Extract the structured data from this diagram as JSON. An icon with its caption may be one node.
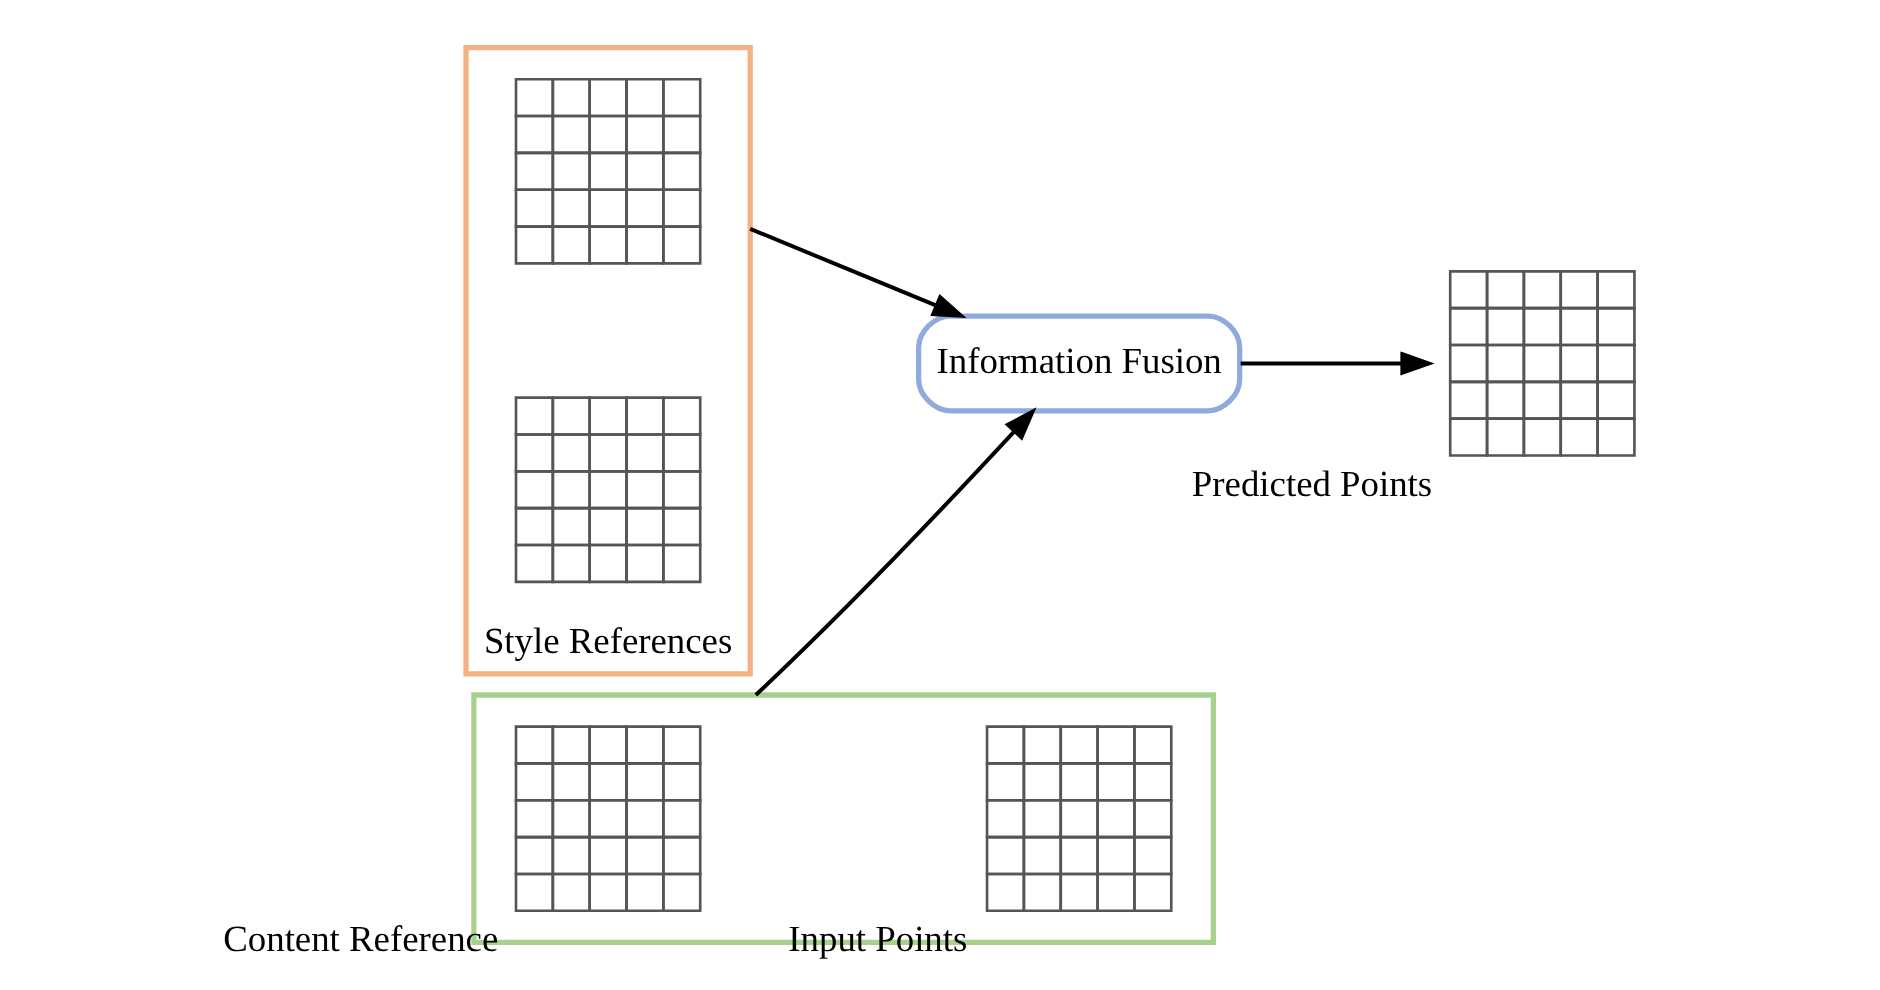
{
  "diagram": {
    "nodes": [
      {
        "text": [],
        "shape": "box",
        "beside": [
          "Style References"
        ]
      },
      {
        "text": [],
        "shape": "picture",
        "in": 0
      },
      {
        "text": [],
        "shape": "picture",
        "in": 0
      },
      {
        "text": [
          "Information Fusion"
        ]
      },
      {
        "text": [],
        "shape": "box"
      },
      {
        "text": [],
        "shape": "picture",
        "in": 4,
        "beside": [
          "Content Reference"
        ]
      },
      {
        "text": [],
        "shape": "picture",
        "in": 4,
        "beside": [
          "Input Points"
        ]
      },
      {
        "text": [],
        "shape": "picture",
        "beside": [
          "Predicted Points"
        ]
      }
    ],
    "edges": [
      {
        "from": 0,
        "to": 3,
        "arrow": "to"
      },
      {
        "from": 4,
        "to": 3,
        "arrow": "to"
      },
      {
        "from": 3,
        "to": 7,
        "arrow": "to"
      }
    ]
  }
}
